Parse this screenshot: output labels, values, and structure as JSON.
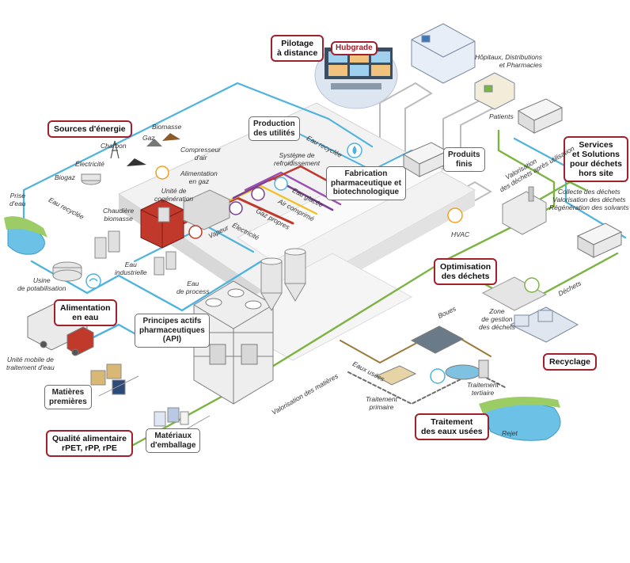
{
  "colors": {
    "water": "#4fb3df",
    "green": "#7cb342",
    "red": "#c0392b",
    "purple": "#7b3f8f",
    "dark": "#3a3a3a",
    "grey_route": "#b5b5b5",
    "accent_border": "#a1202c"
  },
  "boxes": {
    "pilotage": [
      "Pilotage",
      "à distance"
    ],
    "hubgrade": "Hubgrade",
    "sources": "Sources d'énergie",
    "production": [
      "Production",
      "des utilités"
    ],
    "fabrication": [
      "Fabrication",
      "pharmaceutique et",
      "biotechnologique"
    ],
    "produits": [
      "Produits",
      "finis"
    ],
    "services": [
      "Services",
      "et Solutions",
      "pour déchets",
      "hors site"
    ],
    "optimisation": [
      "Optimisation",
      "des déchets"
    ],
    "alimentation": [
      "Alimentation",
      "en eau"
    ],
    "principes": [
      "Principes actifs",
      "pharmaceutiques",
      "(API)"
    ],
    "recyclage": "Recyclage",
    "matieres": [
      "Matières",
      "premières"
    ],
    "traitement": [
      "Traitement",
      "des eaux usées"
    ],
    "qualite": [
      "Qualité alimentaire",
      "rPET, rPP, rPE"
    ],
    "materiaux": [
      "Matériaux",
      "d'emballage"
    ]
  },
  "labels": {
    "hopitaux": [
      "Hôpitaux, Distributions",
      "et Pharmacies"
    ],
    "patients": "Patients",
    "biomasse_top": "Biomasse",
    "gaz_source": "Gaz",
    "charbon": "Charbon",
    "electricite_src": "Électricité",
    "biogaz": "Biogaz",
    "compresseur": [
      "Compresseur",
      "d'air"
    ],
    "alimentation_gaz": [
      "Alimentation",
      "en gaz"
    ],
    "systeme_refroid": [
      "Système de",
      "refroidissement"
    ],
    "eau_recyclee_top": "Eau recyclée",
    "eau_recyclee_left": "Eau recyclée",
    "unite_cogen": [
      "Unité de",
      "cogénération"
    ],
    "eau_glacee": "Eau glacée",
    "air_comprime": "Air comprimé",
    "gaz_propres": "Gaz propres",
    "electricite_line": "Électricité",
    "vapeur": "Vapeur",
    "chaudiere": [
      "Chaudière",
      "biomasse"
    ],
    "prise_eau": [
      "Prise",
      "d'eau"
    ],
    "eau_industrielle": [
      "Eau",
      "industrielle"
    ],
    "eau_process": [
      "Eau",
      "de process"
    ],
    "usine_potab": [
      "Usine",
      "de potabilisation"
    ],
    "hvac": "HVAC",
    "valorisation_dechets": [
      "Valorisation",
      "des déchets après utilisation"
    ],
    "collecte": [
      "Collecte des déchets",
      "Valorisation des déchets",
      "Régénération des solvants"
    ],
    "dechets": "Déchets",
    "boues": "Boues",
    "zone_gestion": [
      "Zone",
      "de gestion",
      "des déchets"
    ],
    "unite_mobile": [
      "Unité mobile de",
      "traitement d'eau"
    ],
    "eaux_usees": "Eaux usées",
    "traitement_tertiaire": [
      "Traitement",
      "tertiaire"
    ],
    "traitement_primaire": [
      "Traitement",
      "primaire"
    ],
    "valorisation_matieres": "Valorisation des matières",
    "rejet": "Rejet"
  },
  "icons": [
    "hubgrade-screen-icon",
    "hospital-building-icon",
    "pharmacy-icon",
    "truck-icon",
    "factory-building-icon",
    "boiler-icon",
    "water-drop-icon",
    "recycle-icon",
    "fan-icon",
    "pylon-icon"
  ]
}
